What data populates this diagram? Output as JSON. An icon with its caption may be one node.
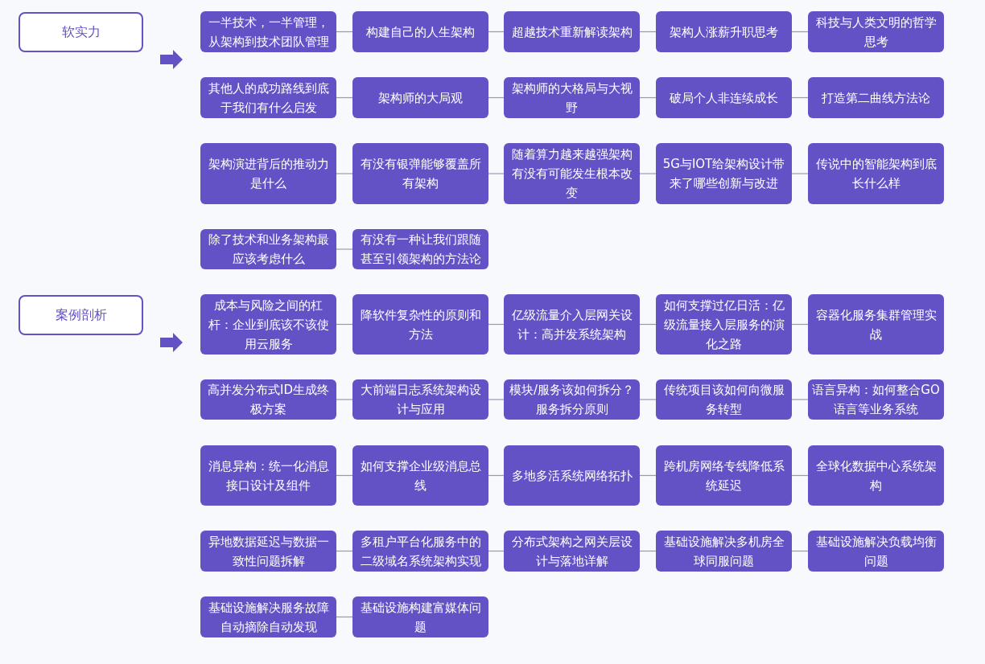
{
  "diagram": {
    "nodes": [
      {
        "text": [
          "软实力"
        ]
      },
      {
        "text": [
          "一半技术，一半管理，从架构到技术团队管理"
        ]
      },
      {
        "text": [
          "构建自己的人生架构"
        ]
      },
      {
        "text": [
          "超越技术重新解读架构"
        ]
      },
      {
        "text": [
          "架构人涨薪升职思考"
        ]
      },
      {
        "text": [
          "科技与人类文明的哲学思考"
        ]
      },
      {
        "text": [
          "其他人的成功路线到底于我们有什么启发"
        ]
      },
      {
        "text": [
          "架构师的大局观"
        ]
      },
      {
        "text": [
          "架构师的大格局与大视野"
        ]
      },
      {
        "text": [
          "破局个人非连续成长"
        ]
      },
      {
        "text": [
          "打造第二曲线方法论"
        ]
      },
      {
        "text": [
          "架构演进背后的推动力是什么"
        ]
      },
      {
        "text": [
          "有没有银弹能够覆盖所有架构"
        ]
      },
      {
        "text": [
          "随着算力越来越强架构有没有可能发生根本改变"
        ]
      },
      {
        "text": [
          "5G与IOT给架构设计带来了哪些创新与改进"
        ]
      },
      {
        "text": [
          "传说中的智能架构到底长什么样"
        ]
      },
      {
        "text": [
          "除了技术和业务架构最应该考虑什么"
        ]
      },
      {
        "text": [
          "有没有一种让我们跟随甚至引领架构的方法论"
        ]
      },
      {
        "text": [
          "案例剖析"
        ]
      },
      {
        "text": [
          "成本与风险之间的杠杆：企业到底该不该使用云服务"
        ]
      },
      {
        "text": [
          "降软件复杂性的原则和方法"
        ]
      },
      {
        "text": [
          "亿级流量介入层网关设计：高并发系统架构"
        ]
      },
      {
        "text": [
          "如何支撑过亿日活：亿级流量接入层服务的演化之路"
        ]
      },
      {
        "text": [
          "容器化服务集群管理实战"
        ]
      },
      {
        "text": [
          "高并发分布式ID生成终极方案"
        ]
      },
      {
        "text": [
          "大前端日志系统架构设计与应用"
        ]
      },
      {
        "text": [
          "模块/服务该如何拆分？服务拆分原则"
        ]
      },
      {
        "text": [
          "传统项目该如何向微服务转型"
        ]
      },
      {
        "text": [
          "语言异构：如何整合GO语言等业务系统"
        ]
      },
      {
        "text": [
          "消息异构：统一化消息接口设计及组件"
        ]
      },
      {
        "text": [
          "如何支撑企业级消息总线"
        ]
      },
      {
        "text": [
          "多地多活系统网络拓扑"
        ]
      },
      {
        "text": [
          "跨机房网络专线降低系统延迟"
        ]
      },
      {
        "text": [
          "全球化数据中心系统架构"
        ]
      },
      {
        "text": [
          "异地数据延迟与数据一致性问题拆解"
        ]
      },
      {
        "text": [
          "多租户平台化服务中的二级域名系统架构实现"
        ]
      },
      {
        "text": [
          "分布式架构之网关层设计与落地详解"
        ]
      },
      {
        "text": [
          "基础设施解决多机房全球同服问题"
        ]
      },
      {
        "text": [
          "基础设施解决负载均衡问题"
        ]
      },
      {
        "text": [
          "基础设施解决服务故障自动摘除自动发现"
        ]
      },
      {
        "text": [
          "基础设施构建富媒体问题"
        ]
      }
    ],
    "edges": [
      {
        "from": 0,
        "to": 1,
        "arrow": "to"
      },
      {
        "from": 18,
        "to": 19,
        "arrow": "to"
      },
      {
        "from": 1,
        "to": 2,
        "arrow": "none"
      },
      {
        "from": 2,
        "to": 3,
        "arrow": "none"
      },
      {
        "from": 3,
        "to": 4,
        "arrow": "none"
      },
      {
        "from": 4,
        "to": 5,
        "arrow": "none"
      },
      {
        "from": 6,
        "to": 7,
        "arrow": "none"
      },
      {
        "from": 7,
        "to": 8,
        "arrow": "none"
      },
      {
        "from": 8,
        "to": 9,
        "arrow": "none"
      },
      {
        "from": 9,
        "to": 10,
        "arrow": "none"
      },
      {
        "from": 11,
        "to": 12,
        "arrow": "none"
      },
      {
        "from": 12,
        "to": 13,
        "arrow": "none"
      },
      {
        "from": 13,
        "to": 14,
        "arrow": "none"
      },
      {
        "from": 14,
        "to": 15,
        "arrow": "none"
      },
      {
        "from": 16,
        "to": 17,
        "arrow": "none"
      },
      {
        "from": 19,
        "to": 20,
        "arrow": "none"
      },
      {
        "from": 20,
        "to": 21,
        "arrow": "none"
      },
      {
        "from": 21,
        "to": 22,
        "arrow": "none"
      },
      {
        "from": 22,
        "to": 23,
        "arrow": "none"
      },
      {
        "from": 24,
        "to": 25,
        "arrow": "none"
      },
      {
        "from": 25,
        "to": 26,
        "arrow": "none"
      },
      {
        "from": 26,
        "to": 27,
        "arrow": "none"
      },
      {
        "from": 27,
        "to": 28,
        "arrow": "none"
      },
      {
        "from": 29,
        "to": 30,
        "arrow": "none"
      },
      {
        "from": 30,
        "to": 31,
        "arrow": "none"
      },
      {
        "from": 31,
        "to": 32,
        "arrow": "none"
      },
      {
        "from": 32,
        "to": 33,
        "arrow": "none"
      },
      {
        "from": 34,
        "to": 35,
        "arrow": "none"
      },
      {
        "from": 35,
        "to": 36,
        "arrow": "none"
      },
      {
        "from": 36,
        "to": 37,
        "arrow": "none"
      },
      {
        "from": 37,
        "to": 38,
        "arrow": "none"
      },
      {
        "from": 39,
        "to": 40,
        "arrow": "none"
      }
    ]
  }
}
